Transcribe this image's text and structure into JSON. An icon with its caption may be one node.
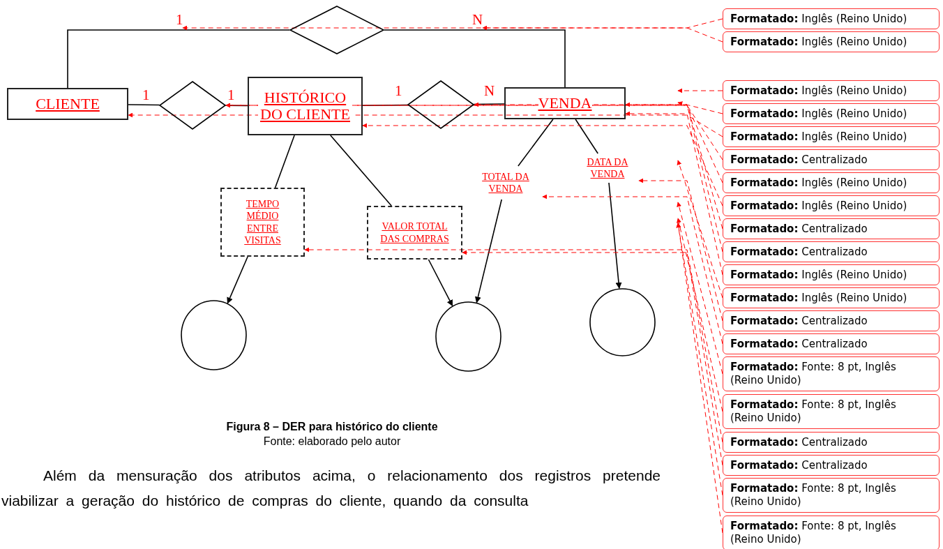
{
  "diagram": {
    "caption": "Figura 8 – DER para histórico do cliente",
    "nodes": [
      {
        "text": [
          "CLIENTE"
        ]
      },
      {
        "text": [],
        "shape": "diamond"
      },
      {
        "text": [],
        "shape": "diamond"
      },
      {
        "text": [
          "HISTÓRICO DO CLIENTE"
        ]
      },
      {
        "text": [],
        "shape": "diamond"
      },
      {
        "text": [
          "VENDA"
        ]
      },
      {
        "text": [
          "TOTAL DA VENDA"
        ]
      },
      {
        "text": [
          "DATA DA VENDA"
        ]
      },
      {
        "text": [
          "TEMPO MÉDIO ENTRE VISITAS"
        ]
      },
      {
        "text": [
          "VALOR TOTAL DAS COMPRAS"
        ]
      },
      {
        "text": [],
        "shape": "circle"
      },
      {
        "text": [],
        "shape": "circle"
      },
      {
        "text": [],
        "shape": "circle"
      },
      {
        "text": [
          "**Formatado:** Inglês (Reino Unido)"
        ]
      },
      {
        "text": [
          "**Formatado:** Inglês (Reino Unido)"
        ]
      },
      {
        "text": [
          "**Formatado:** Inglês (Reino Unido)"
        ]
      },
      {
        "text": [
          "**Formatado:** Inglês (Reino Unido)"
        ]
      },
      {
        "text": [
          "**Formatado:** Inglês (Reino Unido)"
        ]
      },
      {
        "text": [
          "**Formatado:** Centralizado"
        ]
      },
      {
        "text": [
          "**Formatado:** Inglês (Reino Unido)"
        ]
      },
      {
        "text": [
          "**Formatado:** Inglês (Reino Unido)"
        ]
      },
      {
        "text": [
          "**Formatado:** Centralizado"
        ]
      },
      {
        "text": [
          "**Formatado:** Centralizado"
        ]
      },
      {
        "text": [
          "**Formatado:** Inglês (Reino Unido)"
        ]
      },
      {
        "text": [
          "**Formatado:** Inglês (Reino Unido)"
        ]
      },
      {
        "text": [
          "**Formatado:** Centralizado"
        ]
      },
      {
        "text": [
          "**Formatado:** Centralizado"
        ]
      },
      {
        "text": [
          "**Formatado:** Fonte: 8 pt, Inglês (Reino Unido)"
        ]
      },
      {
        "text": [
          "**Formatado:** Fonte: 8 pt, Inglês (Reino Unido)"
        ]
      },
      {
        "text": [
          "**Formatado:** Centralizado"
        ]
      },
      {
        "text": [
          "**Formatado:** Centralizado"
        ]
      },
      {
        "text": [
          "**Formatado:** Fonte: 8 pt, Inglês (Reino Unido)"
        ]
      },
      {
        "text": [
          "**Formatado:** Fonte: 8 pt, Inglês (Reino Unido)"
        ]
      }
    ],
    "edges": [
      {
        "from": 0,
        "to": 1,
        "arrow": "none",
        "label": "1",
        "color": "#000000"
      },
      {
        "from": 1,
        "to": 5,
        "arrow": "none",
        "label": "N",
        "color": "#000000"
      },
      {
        "from": 0,
        "to": 2,
        "arrow": "none",
        "label": "1",
        "color": "#000000"
      },
      {
        "from": 2,
        "to": 3,
        "arrow": "none",
        "label": "1",
        "color": "#000000"
      },
      {
        "from": 3,
        "to": 4,
        "arrow": "none",
        "label": "1",
        "color": "#000000"
      },
      {
        "from": 4,
        "to": 5,
        "arrow": "none",
        "label": "N",
        "color": "#000000"
      },
      {
        "from": 3,
        "to": 8,
        "arrow": "none",
        "color": "#000000"
      },
      {
        "from": 3,
        "to": 9,
        "arrow": "none",
        "color": "#000000"
      },
      {
        "from": 5,
        "to": 6,
        "arrow": "none",
        "color": "#000000"
      },
      {
        "from": 5,
        "to": 7,
        "arrow": "none",
        "color": "#000000"
      },
      {
        "from": 8,
        "to": 10,
        "arrow": "to",
        "color": "#000000"
      },
      {
        "from": 9,
        "to": 11,
        "arrow": "to",
        "color": "#000000"
      },
      {
        "from": 6,
        "to": 11,
        "arrow": "to",
        "color": "#000000"
      },
      {
        "from": 7,
        "to": 12,
        "arrow": "to",
        "color": "#000000"
      },
      {
        "from": 13,
        "to": null,
        "arrow": "to",
        "style": "dashed",
        "color": "#ff0000"
      },
      {
        "from": 14,
        "to": null,
        "arrow": "to",
        "style": "dashed",
        "color": "#ff0000"
      },
      {
        "from": 15,
        "to": null,
        "arrow": "to",
        "style": "dashed",
        "color": "#ff0000"
      },
      {
        "from": 16,
        "to": null,
        "arrow": "to",
        "style": "dashed",
        "color": "#ff0000"
      },
      {
        "from": 17,
        "to": 0,
        "arrow": "to",
        "style": "dashed",
        "color": "#ff0000"
      },
      {
        "from": 18,
        "to": 2,
        "arrow": "to",
        "style": "dashed",
        "color": "#ff0000"
      },
      {
        "from": 19,
        "to": 2,
        "arrow": "to",
        "style": "dashed",
        "color": "#ff0000"
      },
      {
        "from": 20,
        "to": 3,
        "arrow": "to",
        "style": "dashed",
        "color": "#ff0000"
      },
      {
        "from": 21,
        "to": 4,
        "arrow": "to",
        "style": "dashed",
        "color": "#ff0000"
      },
      {
        "from": 22,
        "to": 5,
        "arrow": "to",
        "style": "dashed",
        "color": "#ff0000"
      },
      {
        "from": 23,
        "to": 5,
        "arrow": "to",
        "style": "dashed",
        "color": "#ff0000"
      },
      {
        "from": 24,
        "to": null,
        "arrow": "to",
        "style": "dashed",
        "color": "#ff0000"
      },
      {
        "from": 25,
        "to": 7,
        "arrow": "to",
        "style": "dashed",
        "color": "#ff0000"
      },
      {
        "from": 26,
        "to": 6,
        "arrow": "to",
        "style": "dashed",
        "color": "#ff0000"
      },
      {
        "from": 27,
        "to": null,
        "arrow": "to",
        "style": "dashed",
        "color": "#ff0000"
      },
      {
        "from": 28,
        "to": null,
        "arrow": "to",
        "style": "dashed",
        "color": "#ff0000"
      },
      {
        "from": 29,
        "to": 8,
        "arrow": "to",
        "style": "dashed",
        "color": "#ff0000"
      },
      {
        "from": 30,
        "to": 9,
        "arrow": "to",
        "style": "dashed",
        "color": "#ff0000"
      },
      {
        "from": 31,
        "to": null,
        "arrow": "to",
        "style": "dashed",
        "color": "#ff0000"
      },
      {
        "from": 32,
        "to": null,
        "arrow": "to",
        "style": "dashed",
        "color": "#ff0000"
      }
    ],
    "labels": [
      "Fonte: elaborado pelo autor",
      "Além da mensuração dos atributos acima, o relacionamento dos registros pretende viabilizar a geração do histórico de compras do cliente, quando da consulta"
    ]
  }
}
